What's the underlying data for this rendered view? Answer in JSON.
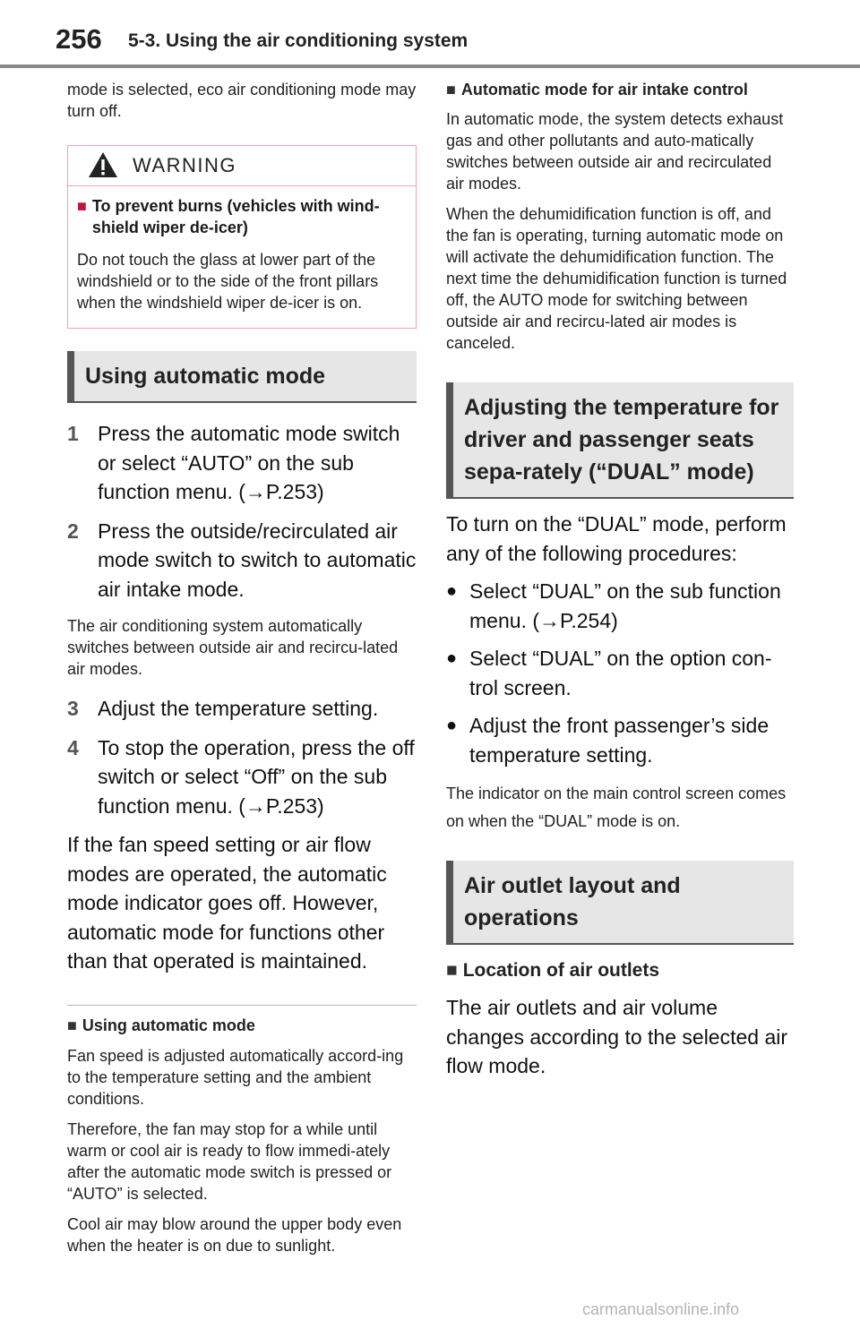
{
  "header": {
    "page_number": "256",
    "section_title": "5-3. Using the air conditioning system"
  },
  "left": {
    "intro": "mode is selected, eco air conditioning mode may turn off.",
    "warning": {
      "label": "WARNING",
      "subheading": "To prevent burns (vehicles with wind-shield wiper de-icer)",
      "body": "Do not touch the glass at lower part of the windshield or to the side of the front pillars when the windshield wiper de-icer is on."
    },
    "auto_heading": "Using automatic mode",
    "steps": [
      {
        "num": "1",
        "text": "Press the automatic mode switch or select “AUTO” on the sub function menu. (→P.253)"
      },
      {
        "num": "2",
        "text": "Press the outside/recirculated air mode switch to switch to automatic air intake mode."
      }
    ],
    "step2_note": "The air conditioning system automatically switches between outside air and recircu-lated air modes.",
    "steps_more": [
      {
        "num": "3",
        "text": "Adjust the temperature setting."
      },
      {
        "num": "4",
        "text": "To stop the operation, press the off switch or select “Off” on the sub function menu. (→P.253)"
      }
    ],
    "fan_paragraph": "If the fan speed setting or air flow modes are operated, the automatic mode indicator goes off. However, automatic mode for functions other than that operated is maintained.",
    "info_heading": "Using automatic mode",
    "info_p1": "Fan speed is adjusted automatically accord-ing to the temperature setting and the ambient conditions.",
    "info_p2": "Therefore, the fan may stop for a while until warm or cool air is ready to flow immedi-ately after the automatic mode switch is pressed or “AUTO” is selected.",
    "info_p3": "Cool air may blow around the upper body even when the heater is on due to sunlight."
  },
  "right": {
    "intake_heading": "Automatic mode for air intake control",
    "intake_p1": "In automatic mode, the system detects exhaust gas and other pollutants and auto-matically switches between outside air and recirculated air modes.",
    "intake_p2": "When the dehumidification function is off, and the fan is operating, turning automatic mode on will activate the dehumidification function. The next time the dehumidification function is turned off, the AUTO mode for switching between outside air and recircu-lated air modes is canceled.",
    "dual_heading": "Adjusting the temperature for driver and passenger seats sepa-rately (“DUAL” mode)",
    "dual_intro": "To turn on the “DUAL” mode, perform any of the following procedures:",
    "dual_bullets": [
      "Select “DUAL” on the sub function menu. (→P.254)",
      "Select “DUAL” on the option con-trol screen.",
      "Adjust the front passenger’s side temperature setting."
    ],
    "dual_note": "The indicator on the main control screen comes on when the “DUAL” mode is on.",
    "outlet_heading": "Air outlet layout and operations",
    "location_heading": "Location of air outlets",
    "location_text": "The air outlets and air volume changes according to the selected air flow mode."
  },
  "watermark": "carmanualsonline.info"
}
